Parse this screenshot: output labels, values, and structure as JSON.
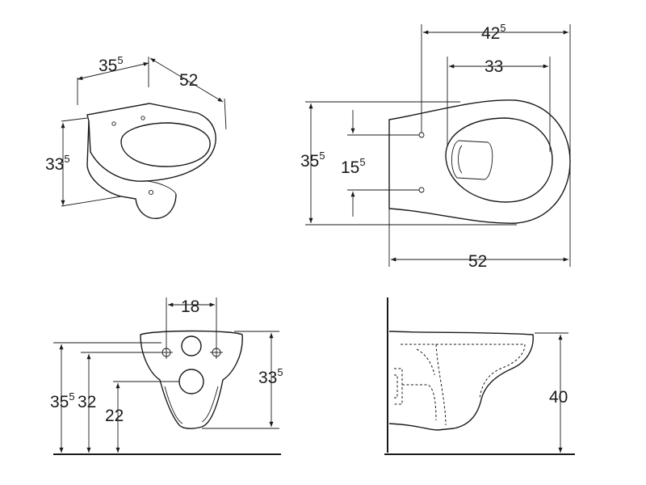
{
  "views": {
    "iso": {
      "width": {
        "main": "35",
        "sup": "5"
      },
      "depth": "52",
      "height": {
        "main": "33",
        "sup": "5"
      }
    },
    "top": {
      "width": {
        "main": "42",
        "sup": "5"
      },
      "inner": "33",
      "depth": "52",
      "height": {
        "main": "35",
        "sup": "5"
      },
      "holes": {
        "main": "15",
        "sup": "5"
      }
    },
    "front": {
      "holes": "18",
      "total": {
        "main": "35",
        "sup": "5"
      },
      "mid": "32",
      "low": "22",
      "right": {
        "main": "33",
        "sup": "5"
      }
    },
    "side": {
      "height": "40"
    }
  }
}
